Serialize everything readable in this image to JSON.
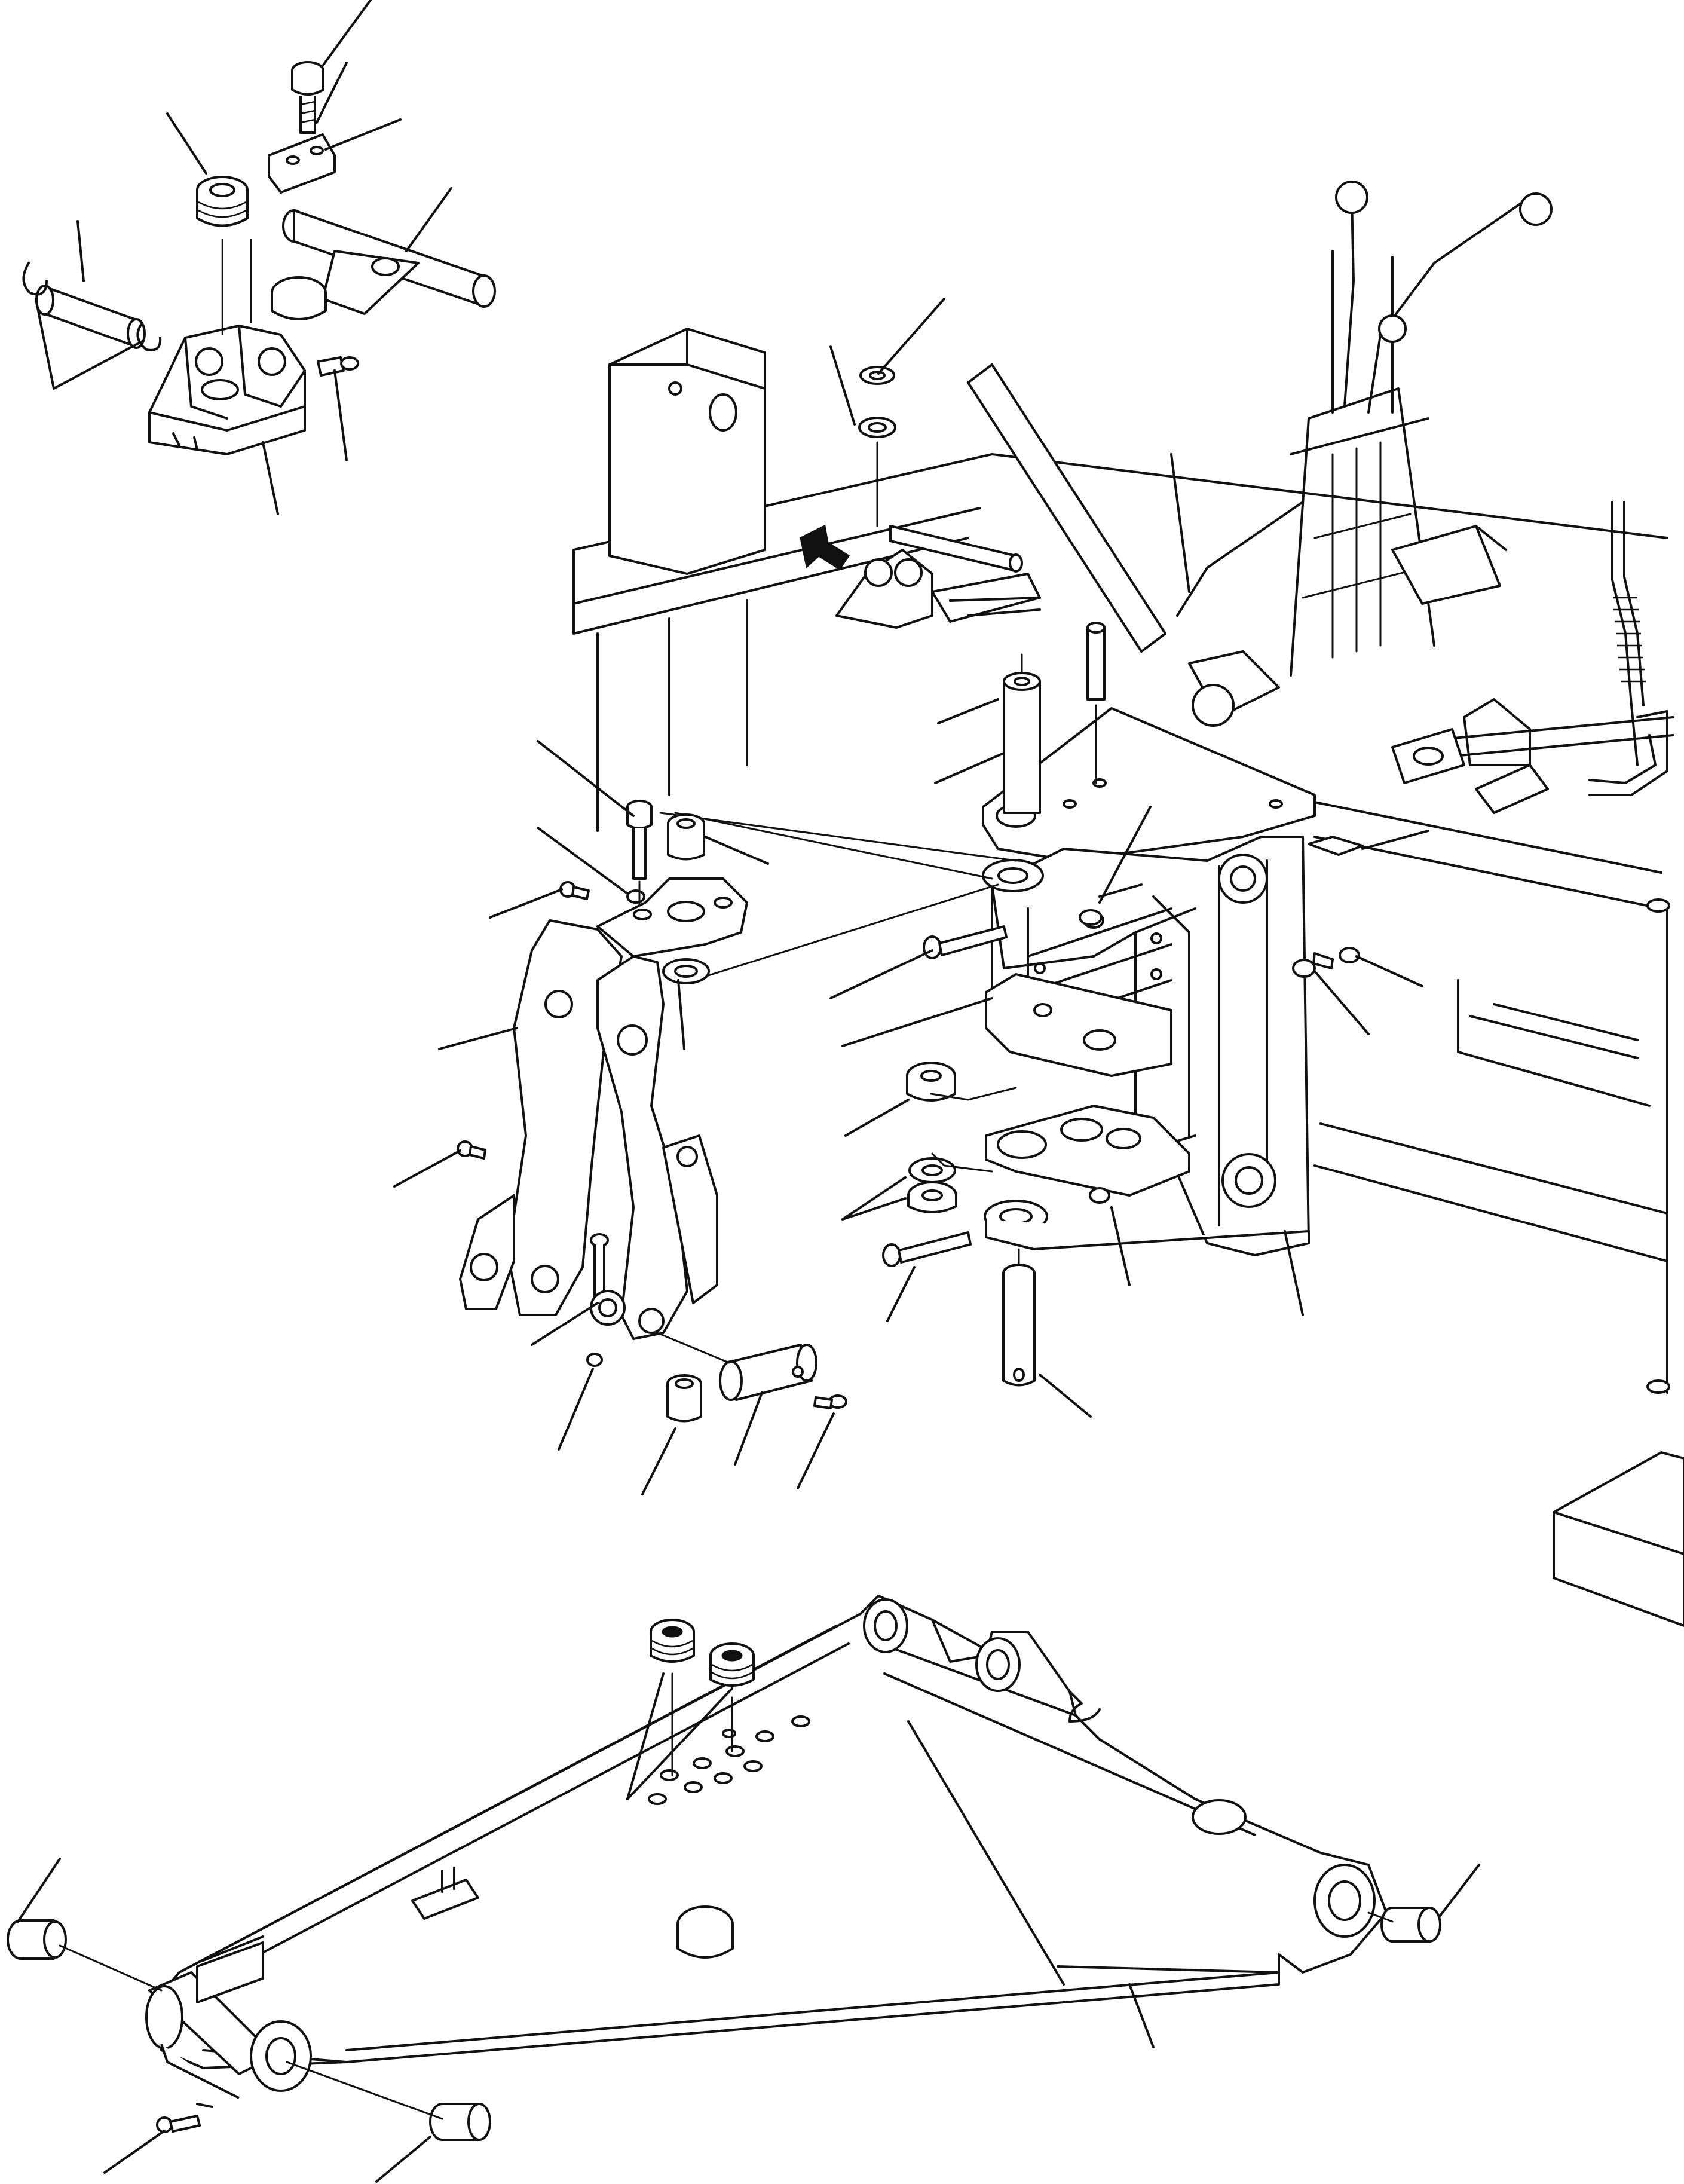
{
  "diagram": {
    "style": "exploded-view parts drawing",
    "background_color": "#ffffff",
    "line_color": "#111111",
    "callouts_labeled": false,
    "components": [
      "pivot-bracket-assembly",
      "king-post-frame",
      "swing-bracket",
      "boom",
      "control-levers",
      "chassis-frame"
    ]
  }
}
